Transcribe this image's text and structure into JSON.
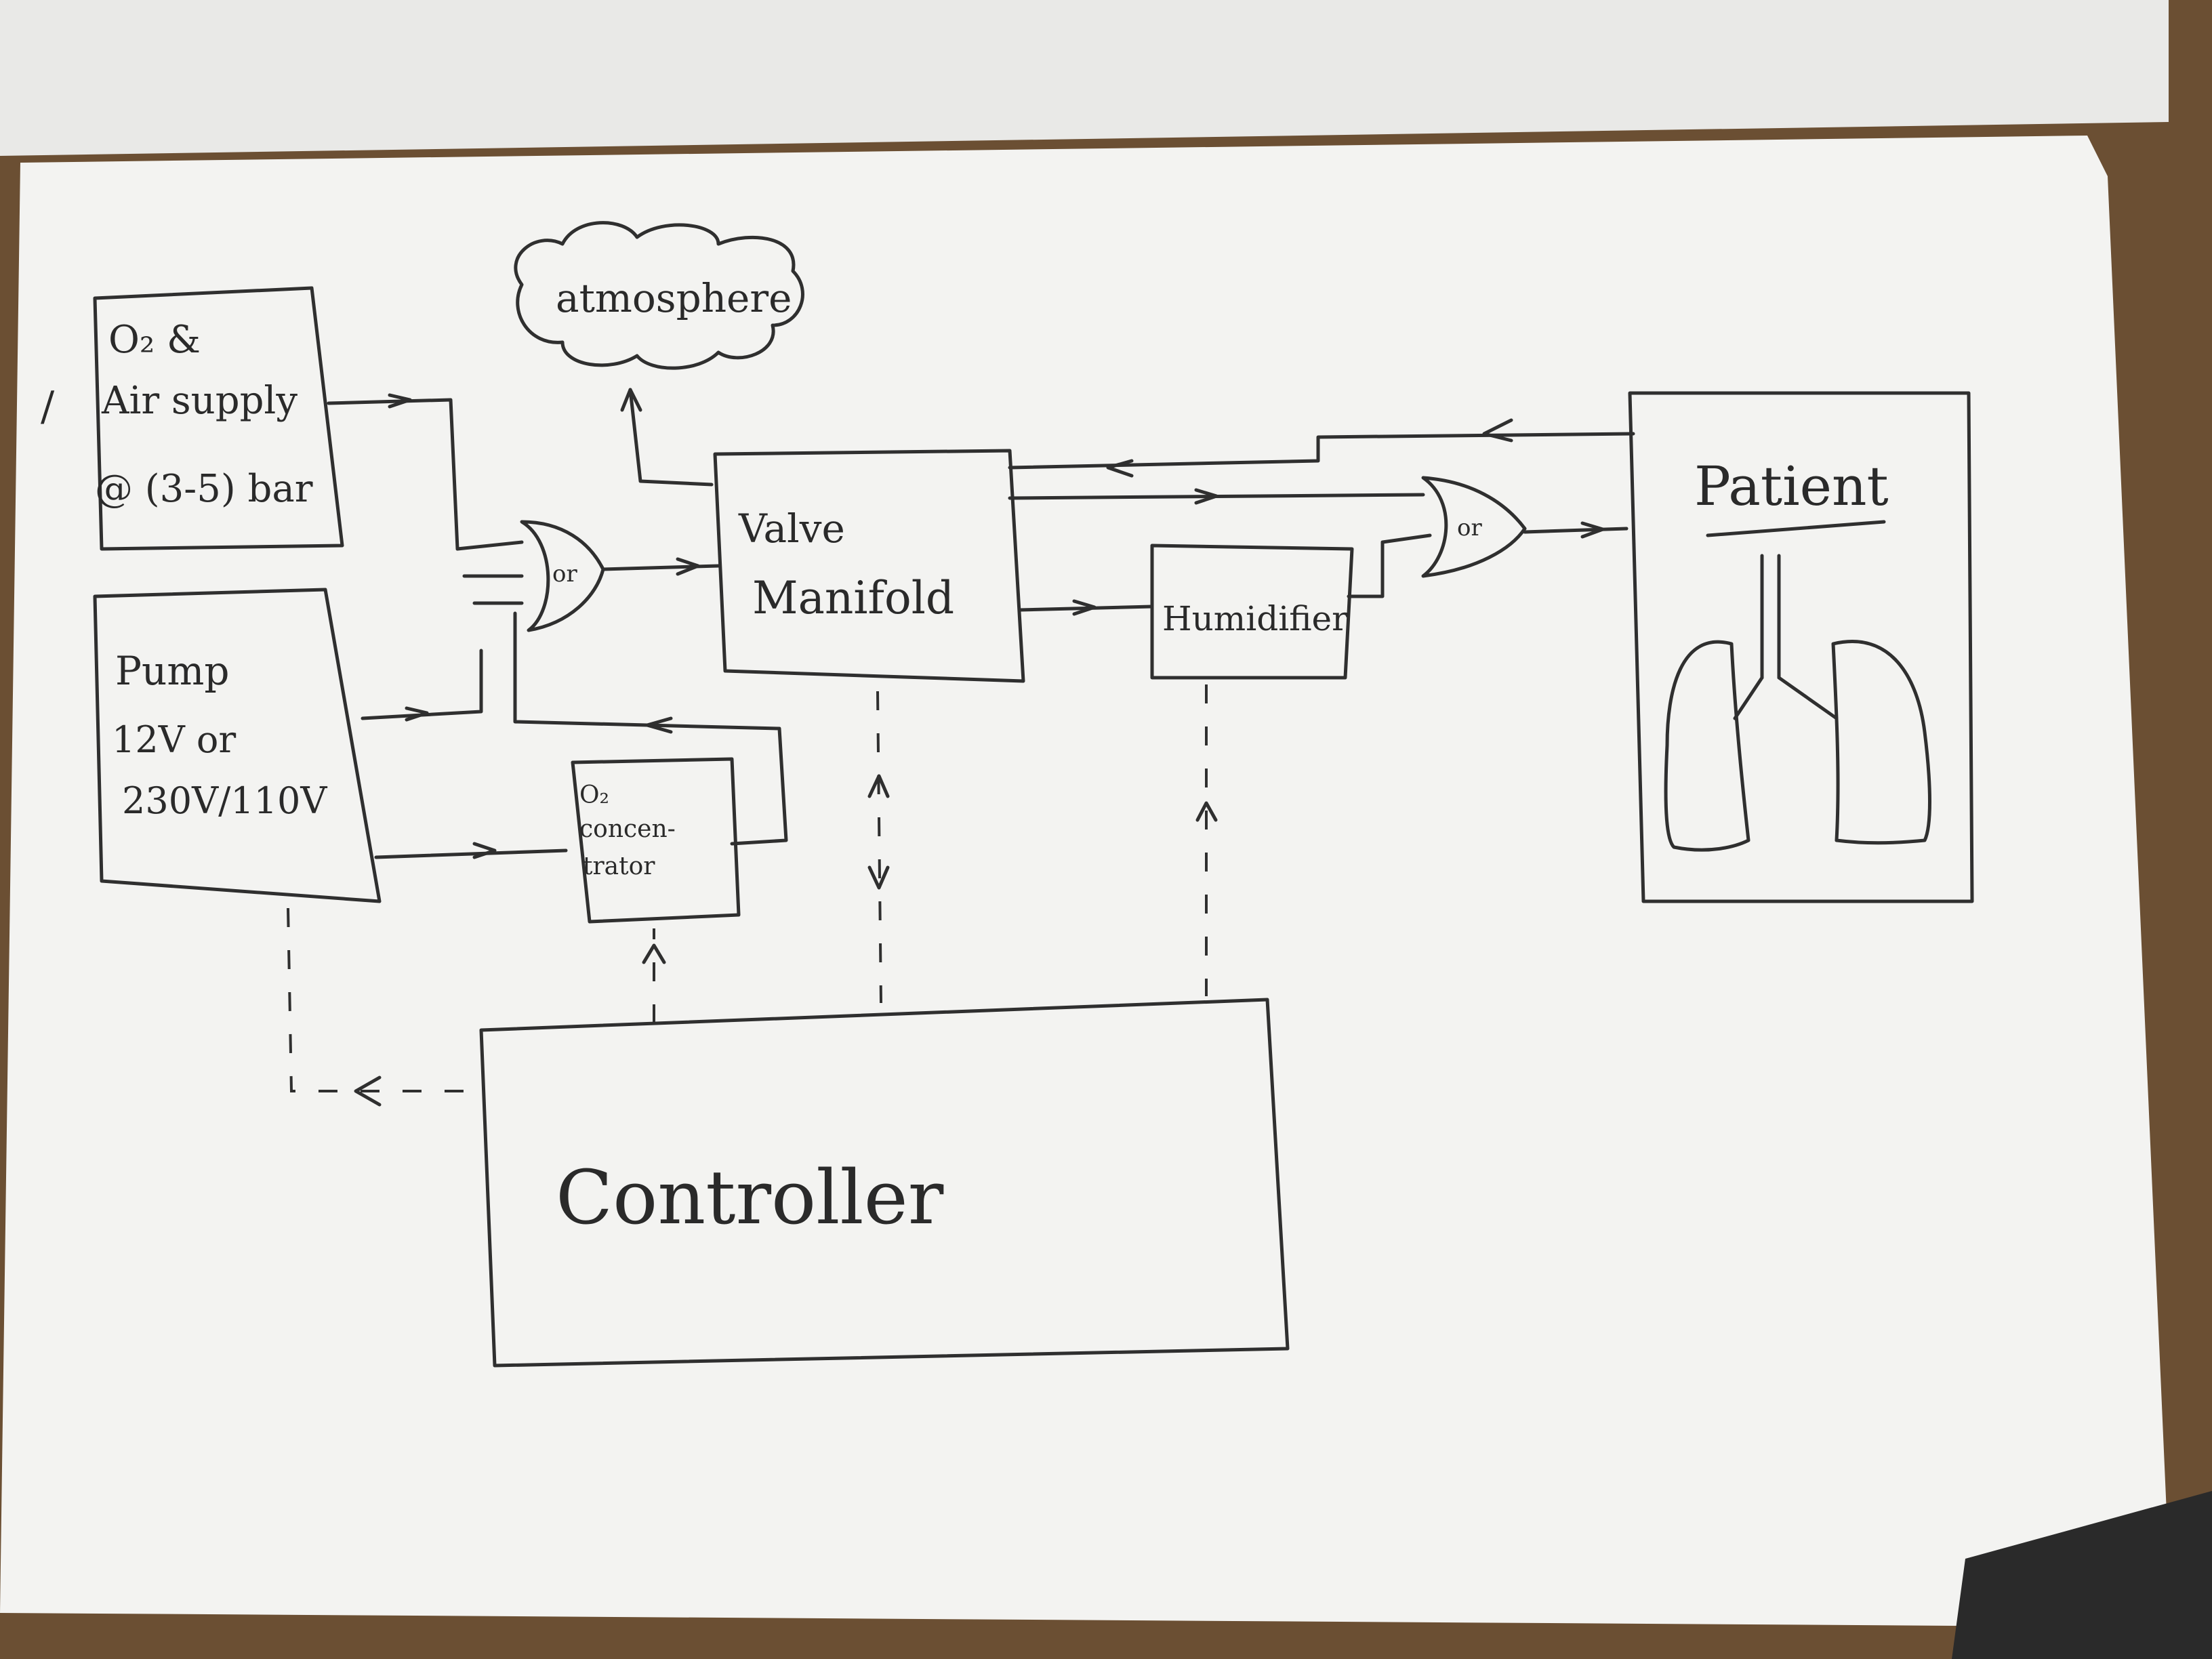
{
  "diagram": {
    "atmosphere": "atmosphere",
    "o2_supply_line1": "O₂ &",
    "o2_supply_line2": "Air supply",
    "o2_supply_line3": "@ (3-5) bar",
    "pump_line1": "Pump",
    "pump_line2": "12V or",
    "pump_line3": "230V/110V",
    "or_gate_left": "or",
    "or_gate_right": "or",
    "valve_line1": "Valve",
    "valve_line2": "Manifold",
    "humidifier": "Humidifier",
    "concentrator_line1": "O₂",
    "concentrator_line2": "concen-",
    "concentrator_line3": "trator",
    "patient": "Patient",
    "controller": "Controller",
    "margin_mark": "/"
  },
  "colors": {
    "paper": "#f3f3f1",
    "ink": "#2f2f2f",
    "background": "#6b4f33"
  }
}
